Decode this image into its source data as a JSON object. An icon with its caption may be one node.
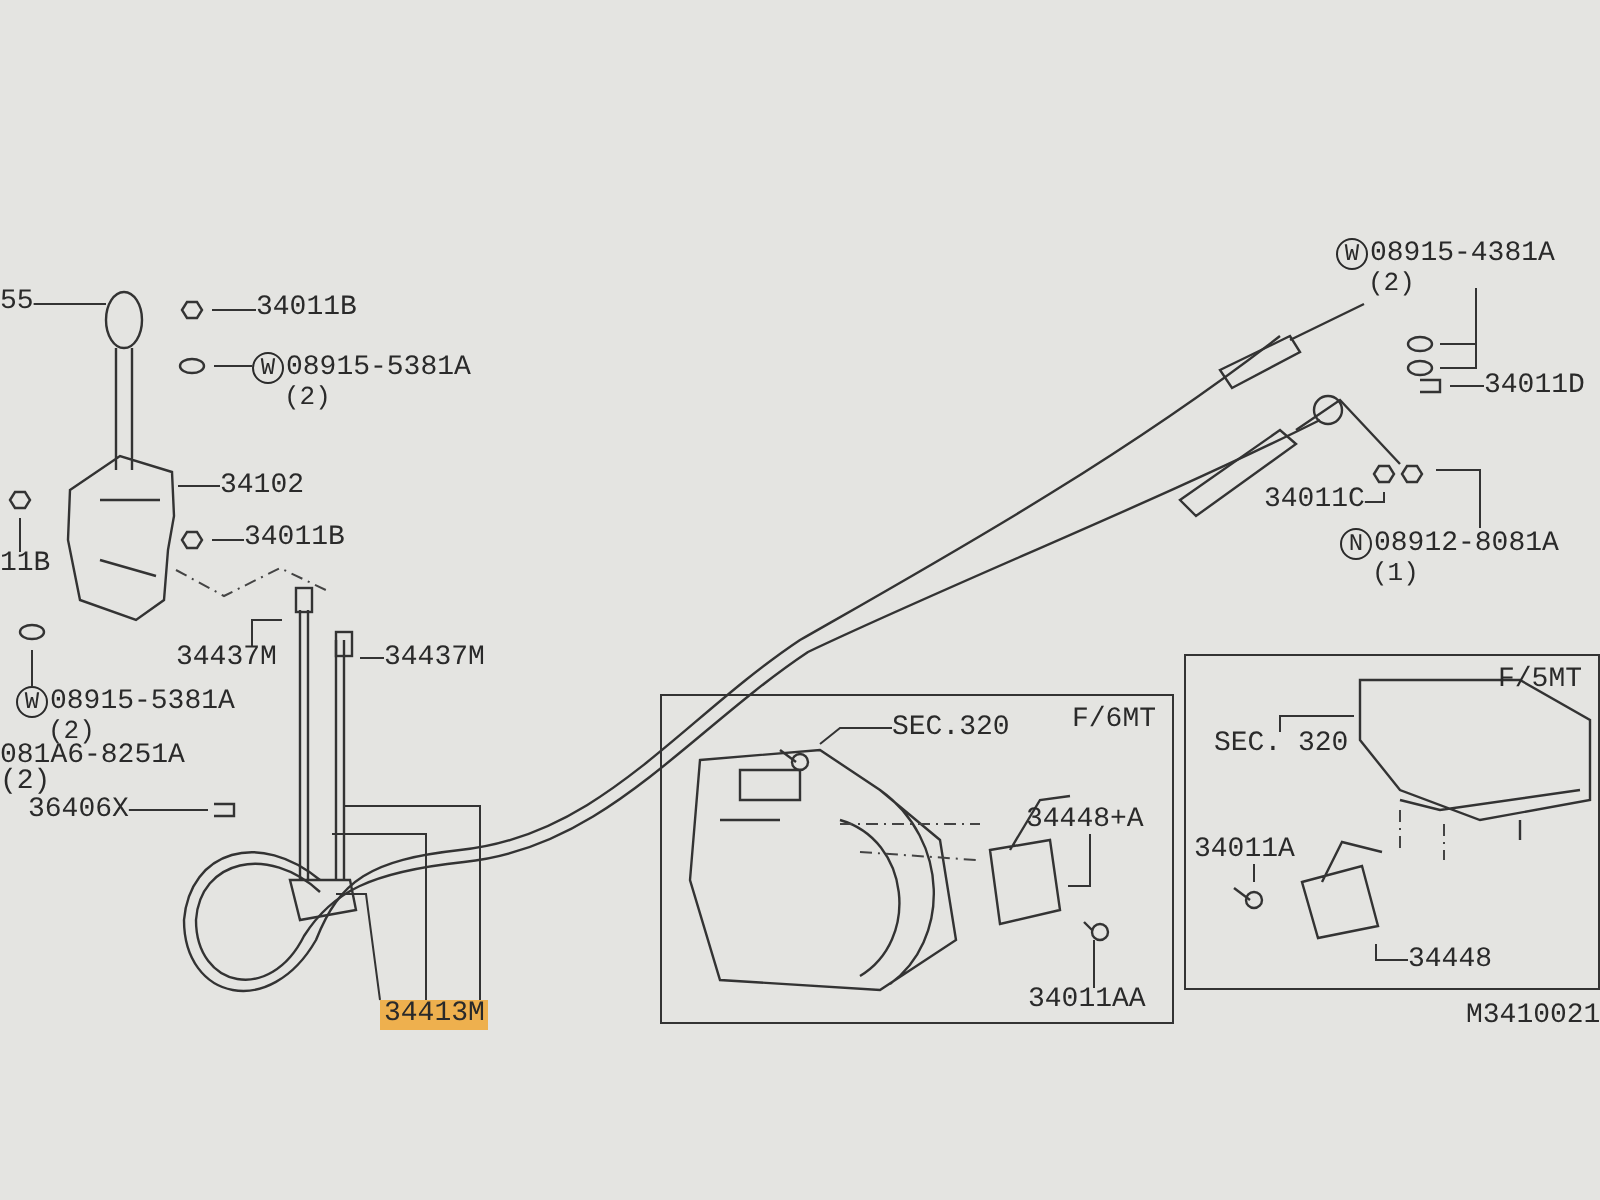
{
  "diagram": {
    "nodes": [
      {
        "text": [
          "55"
        ]
      },
      {
        "text": [
          "34011B"
        ]
      },
      {
        "text": [
          "W",
          "08915-5381A",
          "(2)"
        ]
      },
      {
        "text": [
          "11B"
        ]
      },
      {
        "text": [
          "34102"
        ]
      },
      {
        "text": [
          "34011B"
        ]
      },
      {
        "text": [
          "34437M"
        ]
      },
      {
        "text": [
          "34437M"
        ]
      },
      {
        "text": [
          "W",
          "08915-5381A",
          "(2)"
        ]
      },
      {
        "text": [
          "36406X"
        ]
      },
      {
        "text": [
          "34413M"
        ]
      },
      {
        "text": [
          "W",
          "08915-4381A",
          "(2)"
        ]
      },
      {
        "text": [
          "34011D"
        ]
      },
      {
        "text": [
          "34011C"
        ]
      },
      {
        "text": [
          "N",
          "08912-8081A",
          "(1)"
        ]
      },
      {
        "text": [
          "F/6MT"
        ]
      },
      {
        "text": [
          "SEC.320"
        ],
        "in": 15
      },
      {
        "text": [
          "34448+A"
        ],
        "in": 15
      },
      {
        "text": [
          "34011AA"
        ],
        "in": 15
      },
      {
        "text": [
          "F/5MT"
        ]
      },
      {
        "text": [
          "SEC. 320"
        ],
        "in": 19
      },
      {
        "text": [
          "34011A"
        ],
        "in": 19
      },
      {
        "text": [
          "34448"
        ],
        "in": 19
      },
      {
        "text": [],
        "shape": "picture",
        "in": 15
      },
      {
        "text": [],
        "shape": "picture",
        "in": 19
      },
      {
        "text": [],
        "shape": "picture"
      }
    ],
    "edges": [
      {
        "from": 0,
        "to": 25,
        "arrow": "none"
      },
      {
        "from": 1,
        "to": null,
        "arrow": "none"
      },
      {
        "from": 2,
        "to": null,
        "arrow": "none"
      },
      {
        "from": 3,
        "to": null,
        "arrow": "none"
      },
      {
        "from": 4,
        "to": 25,
        "arrow": "none"
      },
      {
        "from": 5,
        "to": null,
        "arrow": "none"
      },
      {
        "from": 6,
        "to": null,
        "arrow": "none"
      },
      {
        "from": 7,
        "to": null,
        "arrow": "none"
      },
      {
        "from": 8,
        "to": null,
        "arrow": "none"
      },
      {
        "from": 9,
        "to": null,
        "arrow": "none"
      },
      {
        "from": 10,
        "to": null,
        "arrow": "none"
      },
      {
        "from": 10,
        "to": null,
        "arrow": "none"
      },
      {
        "from": 10,
        "to": null,
        "arrow": "none"
      },
      {
        "from": 11,
        "to": null,
        "arrow": "none"
      },
      {
        "from": 11,
        "to": null,
        "arrow": "none"
      },
      {
        "from": 12,
        "to": null,
        "arrow": "none"
      },
      {
        "from": 13,
        "to": null,
        "arrow": "none"
      },
      {
        "from": 14,
        "to": null,
        "arrow": "none"
      },
      {
        "from": 16,
        "to": null,
        "arrow": "none"
      },
      {
        "from": 17,
        "to": null,
        "arrow": "none"
      },
      {
        "from": 18,
        "to": 23,
        "arrow": "none"
      },
      {
        "from": 20,
        "to": null,
        "arrow": "none"
      },
      {
        "from": 21,
        "to": null,
        "arrow": "none"
      },
      {
        "from": 22,
        "to": 24,
        "arrow": "none"
      }
    ],
    "labels": [
      "081A6-8251A",
      "(2)",
      "M3410021"
    ]
  }
}
